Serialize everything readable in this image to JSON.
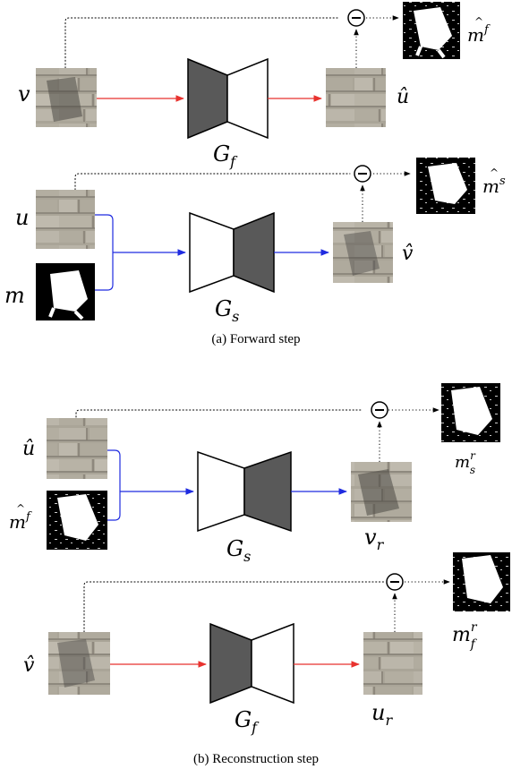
{
  "colors": {
    "red_arrow": "#e8322e",
    "blue_arrow": "#1f2be0",
    "dotted_arrow": "#000000",
    "dark_block": "#595959",
    "light_block": "#ffffff",
    "stone": "#a8a397",
    "shadow": "#5d5a55",
    "mask_white": "#ffffff",
    "mask_black": "#000000"
  },
  "forward": {
    "caption": "(a) Forward step",
    "top": {
      "input_label": "v",
      "generator_base": "G",
      "generator_sub": "f",
      "output_label": "û",
      "mask_label": "m^f",
      "mask_base": "m",
      "mask_sup": "f"
    },
    "bottom": {
      "input1_label": "u",
      "input2_label": "m",
      "generator_base": "G",
      "generator_sub": "s",
      "output_label": "v̂",
      "mask_base": "m",
      "mask_sup": "s"
    }
  },
  "reconstruction": {
    "caption": "(b) Reconstruction step",
    "top": {
      "input1_label": "û",
      "input2_base": "m",
      "input2_sup": "f",
      "generator_base": "G",
      "generator_sub": "s",
      "output_base": "v",
      "output_sub": "r",
      "mask_base": "m",
      "mask_sup": "r",
      "mask_sub": "s"
    },
    "bottom": {
      "input_label": "v̂",
      "generator_base": "G",
      "generator_sub": "f",
      "output_base": "u",
      "output_sub": "r",
      "mask_base": "m",
      "mask_sup": "r",
      "mask_sub": "f"
    }
  },
  "icons": {
    "minus_node": "circled-minus-icon"
  }
}
